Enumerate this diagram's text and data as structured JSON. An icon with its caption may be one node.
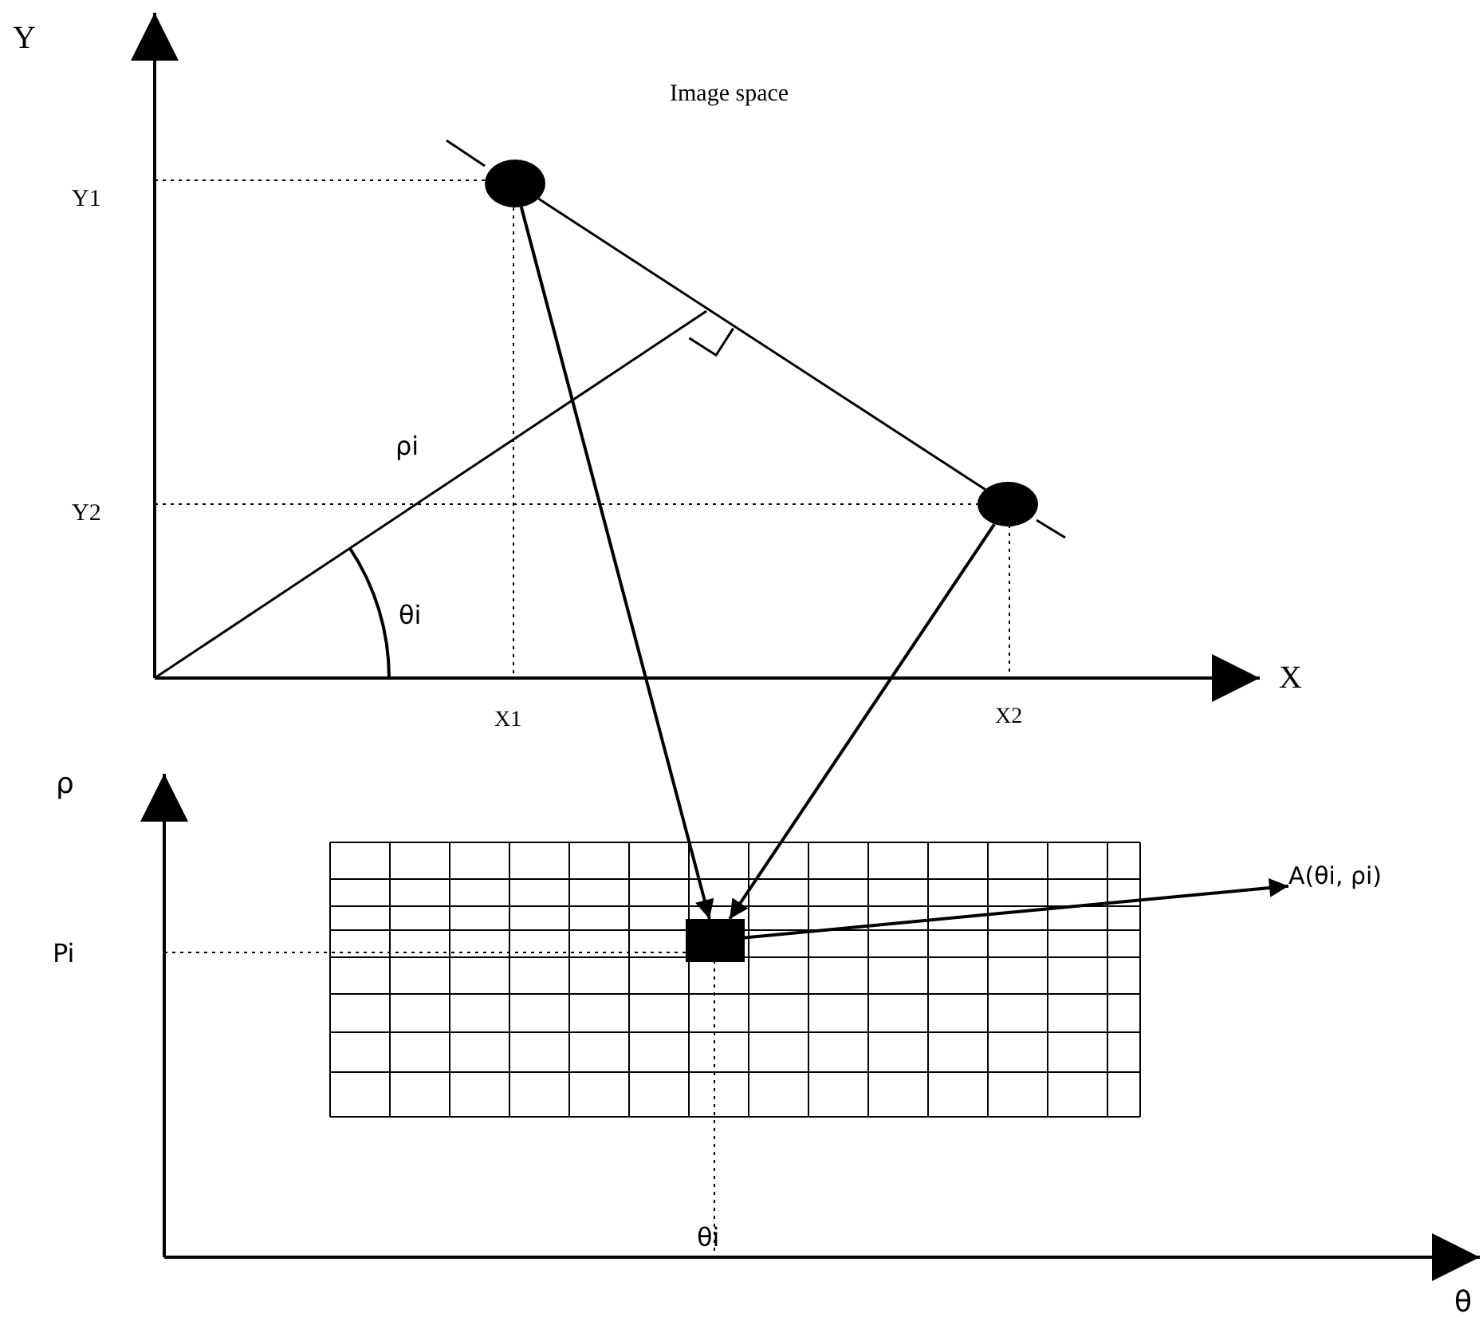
{
  "diagram": {
    "nodes": [
      {
        "text": [],
        "shape": "circle"
      },
      {
        "text": [],
        "shape": "circle"
      },
      {
        "text": [],
        "shape": "box"
      },
      {
        "text": [
          "A(θi, ρi)"
        ]
      }
    ],
    "edges": [
      {
        "from": 0,
        "to": 2,
        "arrow": "to"
      },
      {
        "from": 1,
        "to": 2,
        "arrow": "to"
      },
      {
        "from": 2,
        "to": 3,
        "arrow": "to"
      },
      {
        "from": 0,
        "to": 1,
        "arrow": "none"
      }
    ],
    "labels": [
      "Y",
      "Image space",
      "Y1",
      "ρi",
      "Y2",
      "θi",
      "X",
      "X1",
      "X2",
      "ρ",
      "Pi",
      "θi",
      "θ"
    ]
  }
}
